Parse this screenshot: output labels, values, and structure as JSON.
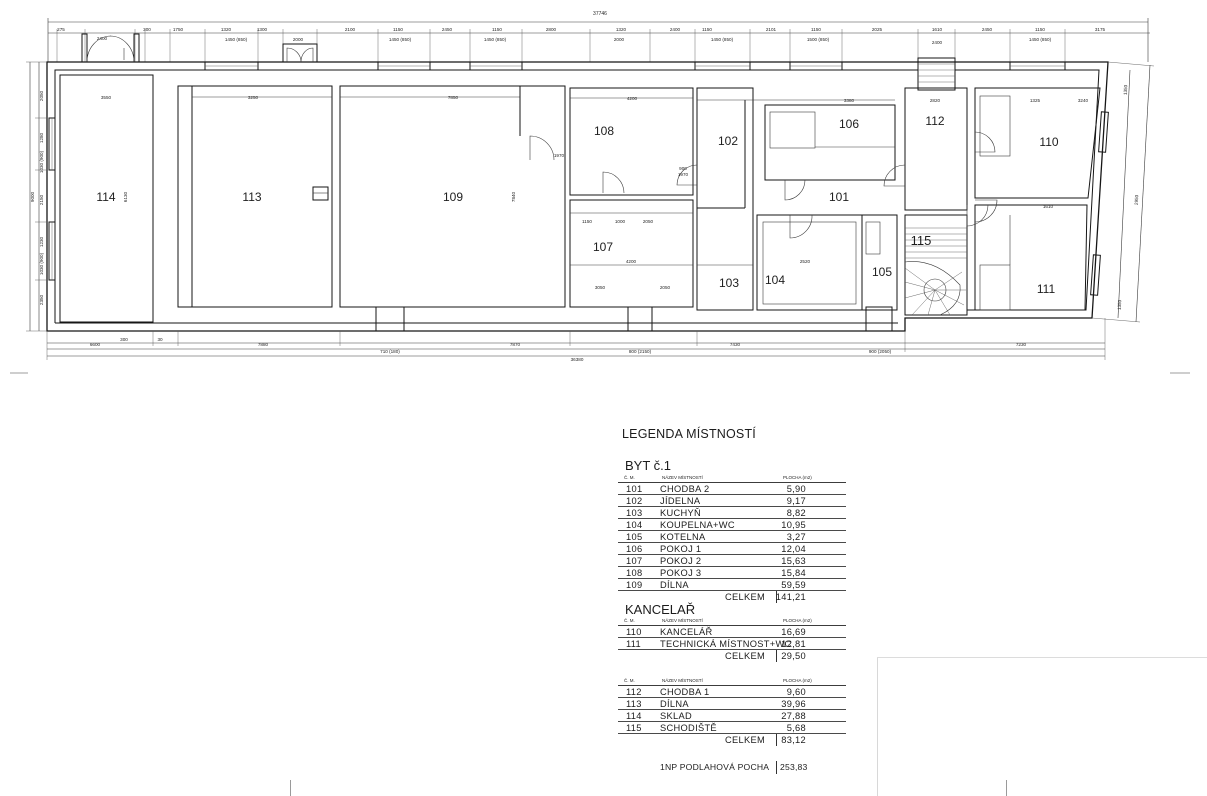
{
  "plan": {
    "overall_top": "37746",
    "top_row1": [
      "275",
      "300",
      "1750",
      "1320",
      "1300",
      "2100",
      "1150",
      "2450",
      "1150",
      "2800",
      "1320",
      "2400",
      "1150",
      "2101",
      "1150",
      "2025",
      "1610",
      "2450",
      "1150",
      "3175"
    ],
    "top_row2": [
      "2400",
      "1450 (850)",
      "2000",
      "1450 (850)",
      "1450 (850)",
      "2000",
      "1450 (850)",
      "1500 (850)",
      "2400",
      "1450 (850)"
    ],
    "rooms": [
      "114",
      "113",
      "109",
      "108",
      "107",
      "102",
      "103",
      "106",
      "101",
      "104",
      "105",
      "112",
      "115",
      "110",
      "111"
    ],
    "inner_dims": [
      "3550",
      "3250",
      "7850",
      "4200",
      "6130",
      "7840",
      "1150",
      "1000",
      "2050",
      "4200",
      "3050",
      "2050",
      "3380",
      "2520",
      "2820",
      "1325",
      "3240",
      "1970",
      "900",
      "1970",
      "1610"
    ],
    "left_dims": [
      "9000",
      "2050",
      "1280",
      "1030 (900)",
      "2150",
      "1230",
      "1030 (900)",
      "2350"
    ],
    "right_dims": [
      "1350",
      "2950",
      "1350"
    ],
    "bottom_row1": [
      "6600",
      "300",
      "30",
      "7880",
      "7870",
      "7430",
      "7230"
    ],
    "bottom_row2": [
      "710 (180)",
      "800 (2150)",
      "900 (2050)"
    ],
    "overall_bottom": "36380"
  },
  "legend": {
    "title": "LEGENDA MÍSTNOSTÍ",
    "header": {
      "no": "Č. M.",
      "name": "NÁZEV MÍSTNOSTÍ",
      "area": "PLOCHA (m2)"
    },
    "groups": [
      {
        "title": "BYT č.1",
        "rows": [
          {
            "no": "101",
            "name": "CHODBA 2",
            "area": "5,90"
          },
          {
            "no": "102",
            "name": "JÍDELNA",
            "area": "9,17"
          },
          {
            "no": "103",
            "name": "KUCHYŇ",
            "area": "8,82"
          },
          {
            "no": "104",
            "name": "KOUPELNA+WC",
            "area": "10,95"
          },
          {
            "no": "105",
            "name": "KOTELNA",
            "area": "3,27"
          },
          {
            "no": "106",
            "name": "POKOJ 1",
            "area": "12,04"
          },
          {
            "no": "107",
            "name": "POKOJ 2",
            "area": "15,63"
          },
          {
            "no": "108",
            "name": "POKOJ 3",
            "area": "15,84"
          },
          {
            "no": "109",
            "name": "DÍLNA",
            "area": "59,59"
          }
        ],
        "total_label": "CELKEM",
        "total": "141,21"
      },
      {
        "title": "KANCELAŘ",
        "rows": [
          {
            "no": "110",
            "name": "KANCELÁŘ",
            "area": "16,69"
          },
          {
            "no": "111",
            "name": "TECHNICKÁ MÍSTNOST+WC",
            "area": "12,81"
          }
        ],
        "total_label": "CELKEM",
        "total": "29,50"
      },
      {
        "rows": [
          {
            "no": "112",
            "name": "CHODBA 1",
            "area": "9,60"
          },
          {
            "no": "113",
            "name": "DÍLNA",
            "area": "39,96"
          },
          {
            "no": "114",
            "name": "SKLAD",
            "area": "27,88"
          },
          {
            "no": "115",
            "name": "SCHODIŠTĚ",
            "area": "5,68"
          }
        ],
        "total_label": "CELKEM",
        "total": "83,12"
      }
    ],
    "grand_total_label": "1NP PODLAHOVÁ POCHA",
    "grand_total": "253,83"
  }
}
